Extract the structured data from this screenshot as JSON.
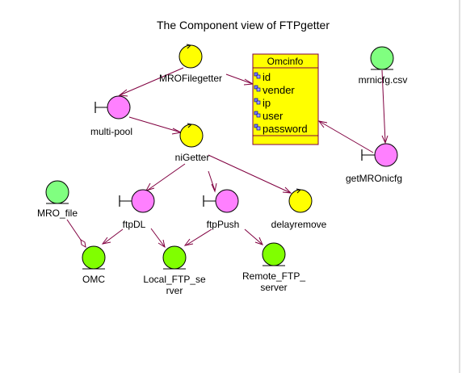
{
  "title": "The Component view of FTPgetter",
  "colors": {
    "control": "#FFFF00",
    "boundary": "#FF80FF",
    "entity_green": "#80FF80",
    "entity_lime": "#80FF00",
    "class_fill": "#FFFF00",
    "edge": "#800040"
  },
  "nodes": {
    "mrofilegetter": {
      "label": "MROFilegetter",
      "kind": "control"
    },
    "multipool": {
      "label": "multi-pool",
      "kind": "boundary"
    },
    "nigetter": {
      "label": "niGetter",
      "kind": "control"
    },
    "ftpdl": {
      "label": "ftpDL",
      "kind": "boundary"
    },
    "ftppush": {
      "label": "ftpPush",
      "kind": "boundary"
    },
    "delayremove": {
      "label": "delayremove",
      "kind": "control"
    },
    "mrofile": {
      "label": "MRO_file",
      "kind": "entity_green"
    },
    "omc": {
      "label": "OMC",
      "kind": "entity_lime"
    },
    "localftp": {
      "label_line1": "Local_FTP_se",
      "label_line2": "rver",
      "kind": "entity_lime"
    },
    "remoteftp": {
      "label_line1": "Remote_FTP_",
      "label_line2": "server",
      "kind": "entity_lime"
    },
    "mrnicfgcsv": {
      "label": "mrnicfg.csv",
      "kind": "entity_green"
    },
    "getmronicfg": {
      "label": "getMROnicfg",
      "kind": "boundary"
    }
  },
  "class_box": {
    "name": "Omcinfo",
    "attributes": [
      "id",
      "vender",
      "ip",
      "user",
      "password"
    ]
  }
}
